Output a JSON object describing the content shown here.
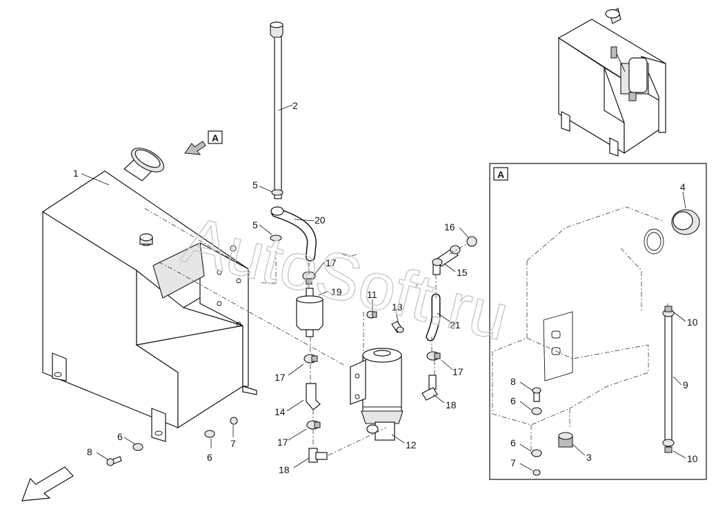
{
  "watermark": "AutoSoft.ru",
  "view_marker": "A",
  "detail_box_title": "A",
  "callouts": {
    "c1": "1",
    "c2": "2",
    "c5a": "5",
    "c5b": "5",
    "c20": "20",
    "c17a": "17",
    "c19": "19",
    "c16": "16",
    "c15": "15",
    "c11": "11",
    "c13": "13",
    "c21": "21",
    "c17b": "17",
    "c17c": "17",
    "c18a": "18",
    "c14": "14",
    "c17d": "17",
    "c18b": "18",
    "c12": "12",
    "c6a": "6",
    "c7a": "7",
    "c6b": "6",
    "c8a": "8",
    "c4": "4",
    "c10a": "10",
    "c9": "9",
    "c8b": "8",
    "c6c": "6",
    "c6d": "6",
    "c3": "3",
    "c7b": "7",
    "c10b": "10"
  }
}
